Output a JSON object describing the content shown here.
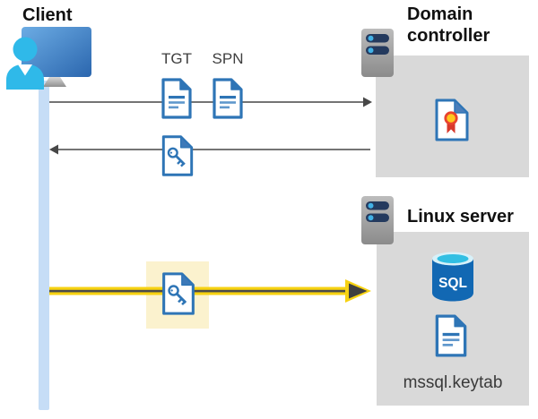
{
  "client": {
    "label": "Client"
  },
  "kerberos_flow": {
    "tgt_label": "TGT",
    "spn_label": "SPN"
  },
  "domain_controller": {
    "label": "Domain controller"
  },
  "linux_server": {
    "label": "Linux server",
    "sql_label": "SQL",
    "keytab_filename": "mssql.keytab"
  },
  "colors": {
    "document_blue": "#2E75B6",
    "document_line_light": "#5F97CC",
    "arrow_gray": "#474747",
    "ticket_yellow": "#F7D211",
    "highlight_yellow": "#FBF2CE",
    "panel_gray": "#D9D9D9",
    "lifeline_blue": "#C6DDF6",
    "server_pill_navy": "#243A5E",
    "server_dot_cyan": "#41B1E6",
    "person_cyan": "#2FB9E9",
    "sql_body_blue": "#1268B3",
    "sql_top_cyan": "#31BFE3",
    "certificate_red": "#D8382B",
    "certificate_gold": "#FFC81E"
  }
}
